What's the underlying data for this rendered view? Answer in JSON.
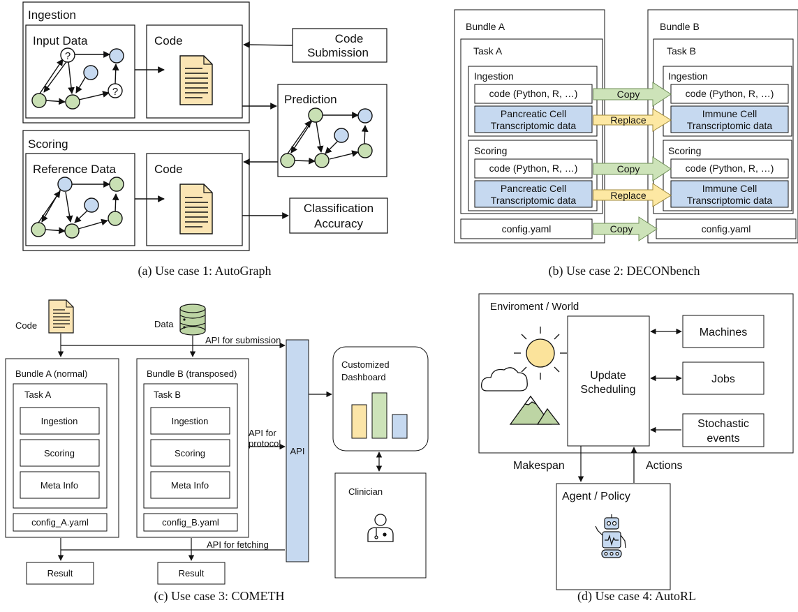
{
  "panel_a": {
    "caption": "(a) Use case 1: AutoGraph",
    "ingestion_title": "Ingestion",
    "input_data": "Input Data",
    "code": "Code",
    "code_submission": [
      "Code",
      "Submission"
    ],
    "prediction": "Prediction",
    "scoring_title": "Scoring",
    "reference_data": "Reference Data",
    "code2": "Code",
    "classification_accuracy": [
      "Classification",
      "Accuracy"
    ],
    "unknown_mark": "?"
  },
  "panel_b": {
    "caption": "(b) Use case 2: DECONbench",
    "bundle_a": "Bundle A",
    "bundle_b": "Bundle B",
    "task_a": "Task A",
    "task_b": "Task B",
    "ingestion": "Ingestion",
    "scoring": "Scoring",
    "code_box": "code (Python, R, …)",
    "pancreatic": [
      "Pancreatic Cell",
      "Transcriptomic data"
    ],
    "immune": [
      "Immune Cell",
      "Transcriptomic data"
    ],
    "copy": "Copy",
    "replace": "Replace",
    "config": "config.yaml"
  },
  "panel_c": {
    "caption": "(c) Use case 3: COMETH",
    "code": "Code",
    "data": "Data",
    "api_submission": "API for submission",
    "bundle_a": "Bundle A (normal)",
    "bundle_b": "Bundle B (transposed)",
    "task_a": "Task A",
    "task_b": "Task B",
    "ingestion": "Ingestion",
    "scoring": "Scoring",
    "meta_info": "Meta Info",
    "config_a": "config_A.yaml",
    "config_b": "config_B.yaml",
    "api_protocol": [
      "API for",
      "protocol"
    ],
    "api": "API",
    "api_fetching": "API for fetching",
    "result": "Result",
    "dashboard": [
      "Customized",
      "Dashboard"
    ],
    "clinician": "Clinician"
  },
  "panel_d": {
    "caption": "(d) Use case 4: AutoRL",
    "environment": "Enviroment / World",
    "update_scheduling": [
      "Update",
      "Scheduling"
    ],
    "machines": "Machines",
    "jobs": "Jobs",
    "stochastic": [
      "Stochastic",
      "events"
    ],
    "makespan": "Makespan",
    "actions": "Actions",
    "agent": "Agent / Policy"
  },
  "colors": {
    "node_blue": "#c6d9f0",
    "node_green": "#c9e0b4",
    "doc_fill": "#fbe5b4",
    "copy_arrow": "#cde3b9",
    "replace_arrow": "#fde8a3",
    "data_blue": "#c6d9f0",
    "api_bar": "#c6d9f0",
    "bar_yellow": "#fbe5a8",
    "bar_green": "#cde3b9",
    "bar_blue": "#c6d9f0",
    "sun": "#fbe39b"
  }
}
